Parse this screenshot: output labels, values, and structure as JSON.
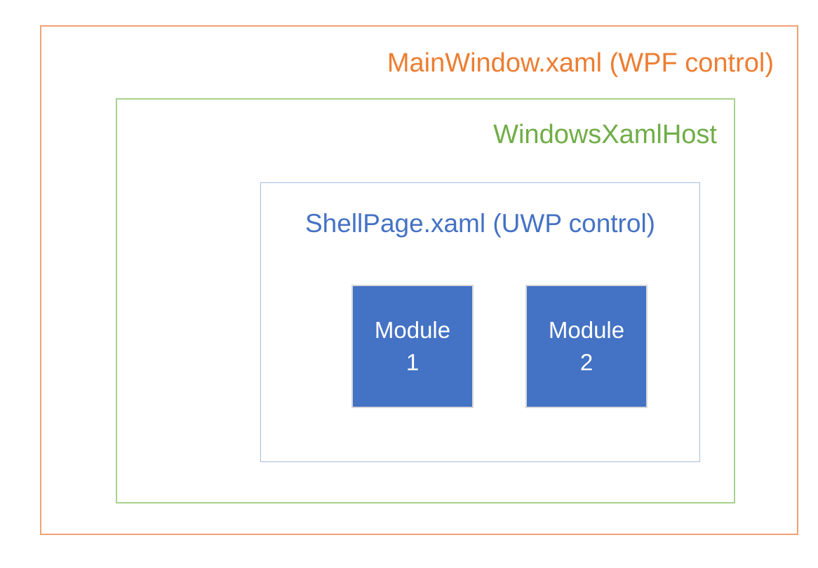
{
  "diagram": {
    "mainwindow": {
      "label": "MainWindow.xaml (WPF control)",
      "text_color": "#ED7D31",
      "border_color": "#F0A273"
    },
    "xamlhost": {
      "label": "WindowsXamlHost",
      "text_color": "#70AD47",
      "border_color": "#A9D18E"
    },
    "shellpage": {
      "label": "ShellPage.xaml (UWP control)",
      "text_color": "#4472C4",
      "border_color": "#A6BEE2"
    },
    "modules": {
      "fill_color": "#4472C4",
      "border_color": "#D9D9D9",
      "text_color": "#FFFFFF",
      "items": [
        {
          "name": "Module",
          "number": "1"
        },
        {
          "name": "Module",
          "number": "2"
        }
      ]
    }
  }
}
